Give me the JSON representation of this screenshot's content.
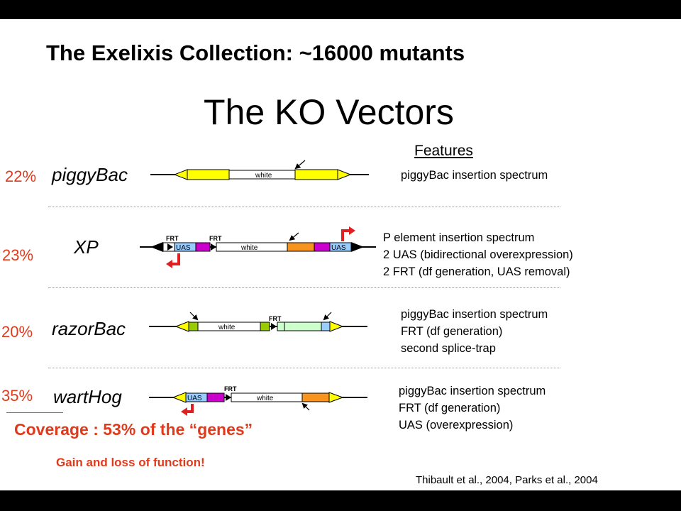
{
  "slide": {
    "title": "The Exelixis Collection: ~16000 mutants",
    "subtitle": "The KO Vectors",
    "features_heading": "Features",
    "coverage": "Coverage : 53% of the “genes”",
    "gain_loss": "Gain and loss of function!",
    "citation": "Thibault et al., 2004, Parks et al., 2004"
  },
  "vectors": [
    {
      "percent": "22%",
      "name": "piggyBac",
      "features": [
        "piggyBac insertion spectrum"
      ]
    },
    {
      "percent": "23%",
      "name": "XP",
      "features": [
        "P element insertion spectrum",
        "2 UAS (bidirectional overexpression)",
        "2 FRT (df generation, UAS removal)"
      ]
    },
    {
      "percent": "20%",
      "name": "razorBac",
      "features": [
        "piggyBac insertion spectrum",
        "FRT (df generation)",
        "second splice-trap"
      ]
    },
    {
      "percent": "35%",
      "name": "wartHog",
      "features": [
        "piggyBac insertion spectrum",
        "FRT (df generation)",
        "UAS (overexpression)"
      ]
    }
  ],
  "construct_labels": {
    "white": "white",
    "uas": "UAS",
    "frt": "FRT"
  },
  "colors": {
    "yellow": "#ffff00",
    "magenta": "#cc00cc",
    "orange": "#f7941d",
    "green": "#99cc00",
    "light_green": "#ccffcc",
    "light_blue": "#99ccff",
    "red_arrow": "#e02020",
    "accent_red": "#e03a1c"
  },
  "icons": [
    "target-arrow-icon",
    "promoter-arrow-icon"
  ]
}
